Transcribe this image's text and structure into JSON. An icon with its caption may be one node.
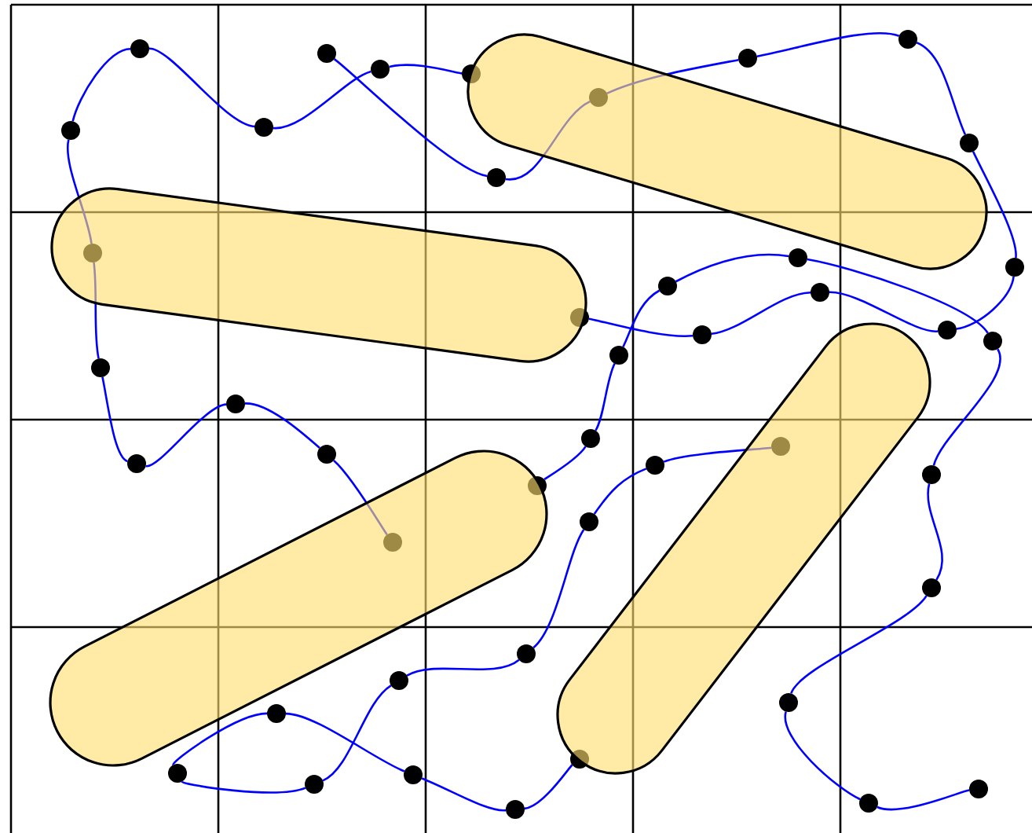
{
  "diagram": {
    "nodes": [
      {
        "text": [],
        "shape": "circle"
      },
      {
        "text": [],
        "shape": "circle"
      },
      {
        "text": [],
        "shape": "circle"
      },
      {
        "text": [],
        "shape": "circle"
      },
      {
        "text": [],
        "shape": "circle"
      },
      {
        "text": [],
        "shape": "circle"
      },
      {
        "text": [],
        "shape": "circle"
      },
      {
        "text": [],
        "shape": "circle"
      },
      {
        "text": [],
        "shape": "circle"
      },
      {
        "text": [],
        "shape": "circle"
      },
      {
        "text": [],
        "shape": "circle"
      },
      {
        "text": [],
        "shape": "circle"
      },
      {
        "text": [],
        "shape": "circle"
      },
      {
        "text": [],
        "shape": "circle"
      },
      {
        "text": [],
        "shape": "circle"
      },
      {
        "text": [],
        "shape": "circle"
      },
      {
        "text": [],
        "shape": "circle"
      },
      {
        "text": [],
        "shape": "circle"
      },
      {
        "text": [],
        "shape": "circle"
      },
      {
        "text": [],
        "shape": "circle"
      },
      {
        "text": [],
        "shape": "circle"
      },
      {
        "text": [],
        "shape": "circle"
      },
      {
        "text": [],
        "shape": "circle"
      },
      {
        "text": [],
        "shape": "circle"
      },
      {
        "text": [],
        "shape": "circle"
      },
      {
        "text": [],
        "shape": "circle"
      },
      {
        "text": [],
        "shape": "circle"
      },
      {
        "text": [],
        "shape": "circle"
      },
      {
        "text": [],
        "shape": "circle"
      },
      {
        "text": [],
        "shape": "circle"
      },
      {
        "text": [],
        "shape": "circle"
      },
      {
        "text": [],
        "shape": "circle"
      },
      {
        "text": [],
        "shape": "circle"
      },
      {
        "text": [],
        "shape": "circle"
      },
      {
        "text": [],
        "shape": "circle"
      },
      {
        "text": [],
        "shape": "circle"
      },
      {
        "text": [],
        "shape": "circle"
      },
      {
        "text": [],
        "shape": "circle"
      },
      {
        "text": [],
        "shape": "circle"
      },
      {
        "text": [],
        "shape": "circle"
      },
      {
        "text": [],
        "shape": "circle"
      },
      {
        "text": [],
        "shape": "circle"
      },
      {
        "text": [],
        "shape": "circle"
      },
      {
        "text": [],
        "shape": "circle"
      }
    ],
    "edges": [
      {
        "from": 0,
        "to": 1,
        "arrow": "none"
      },
      {
        "from": 1,
        "to": 2,
        "arrow": "none"
      },
      {
        "from": 2,
        "to": 3,
        "arrow": "none"
      },
      {
        "from": 3,
        "to": 4,
        "arrow": "none"
      },
      {
        "from": 4,
        "to": 5,
        "arrow": "none"
      },
      {
        "from": 5,
        "to": 6,
        "arrow": "none"
      },
      {
        "from": 6,
        "to": 7,
        "arrow": "none"
      },
      {
        "from": 7,
        "to": 8,
        "arrow": "none"
      },
      {
        "from": 8,
        "to": 9,
        "arrow": "none"
      },
      {
        "from": 9,
        "to": 10,
        "arrow": "none"
      },
      {
        "from": 11,
        "to": 12,
        "arrow": "none"
      },
      {
        "from": 12,
        "to": 13,
        "arrow": "none"
      },
      {
        "from": 13,
        "to": 14,
        "arrow": "none"
      },
      {
        "from": 14,
        "to": 15,
        "arrow": "none"
      },
      {
        "from": 15,
        "to": 16,
        "arrow": "none"
      },
      {
        "from": 16,
        "to": 17,
        "arrow": "none"
      },
      {
        "from": 17,
        "to": 18,
        "arrow": "none"
      },
      {
        "from": 18,
        "to": 19,
        "arrow": "none"
      },
      {
        "from": 19,
        "to": 20,
        "arrow": "none"
      },
      {
        "from": 20,
        "to": 21,
        "arrow": "none"
      },
      {
        "from": 22,
        "to": 23,
        "arrow": "none"
      },
      {
        "from": 23,
        "to": 24,
        "arrow": "none"
      },
      {
        "from": 24,
        "to": 25,
        "arrow": "none"
      },
      {
        "from": 25,
        "to": 26,
        "arrow": "none"
      },
      {
        "from": 26,
        "to": 27,
        "arrow": "none"
      },
      {
        "from": 27,
        "to": 28,
        "arrow": "none"
      },
      {
        "from": 28,
        "to": 29,
        "arrow": "none"
      },
      {
        "from": 29,
        "to": 30,
        "arrow": "none"
      },
      {
        "from": 30,
        "to": 31,
        "arrow": "none"
      },
      {
        "from": 31,
        "to": 32,
        "arrow": "none"
      },
      {
        "from": 33,
        "to": 34,
        "arrow": "none"
      },
      {
        "from": 34,
        "to": 35,
        "arrow": "none"
      },
      {
        "from": 35,
        "to": 36,
        "arrow": "none"
      },
      {
        "from": 36,
        "to": 37,
        "arrow": "none"
      },
      {
        "from": 37,
        "to": 38,
        "arrow": "none"
      },
      {
        "from": 38,
        "to": 39,
        "arrow": "none"
      },
      {
        "from": 39,
        "to": 40,
        "arrow": "none"
      },
      {
        "from": 40,
        "to": 41,
        "arrow": "none"
      },
      {
        "from": 41,
        "to": 42,
        "arrow": "none"
      },
      {
        "from": 42,
        "to": 43,
        "arrow": "none"
      }
    ]
  }
}
